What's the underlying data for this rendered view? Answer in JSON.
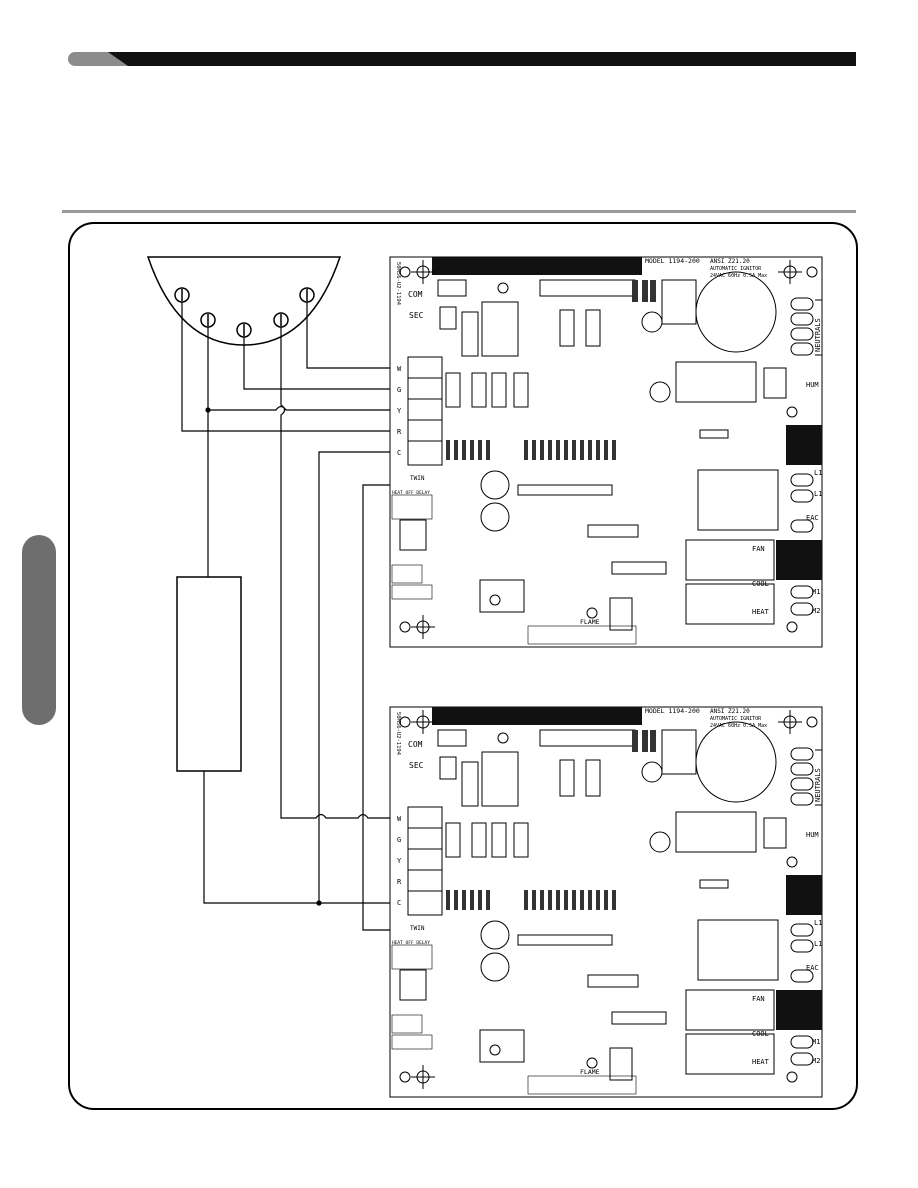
{
  "header": {
    "bar_color": "#111111",
    "accent_color": "#8c8c8c"
  },
  "side_tab": {
    "color": "#6e6e6e"
  },
  "thermostat": {
    "terminals": [
      "",
      "",
      "",
      "",
      ""
    ]
  },
  "boards": [
    {
      "model_line": "MODEL 1194-200",
      "ansi_line": "ANSI Z21.20",
      "ign_line": "AUTOMATIC IGNITOR",
      "rating_line": "24VAC 60Hz 0.5A Max",
      "vert_code": "50M56-U2-1194",
      "com": "COM",
      "sec": "SEC",
      "terminals": [
        "W",
        "G",
        "Y",
        "R",
        "C"
      ],
      "twin": "TWIN",
      "right_labels": [
        "NEUTRALS",
        "HUM",
        "L1",
        "L1",
        "EAC",
        "FAN",
        "COOL",
        "HEAT",
        "M1",
        "M2"
      ],
      "flame": "FLAME",
      "heat_delay_title": "HEAT OFF DELAY"
    },
    {
      "model_line": "MODEL 1194-200",
      "ansi_line": "ANSI Z21.20",
      "ign_line": "AUTOMATIC IGNITOR",
      "rating_line": "24VAC 60Hz 0.5A Max",
      "vert_code": "50M56-U2-1194",
      "com": "COM",
      "sec": "SEC",
      "terminals": [
        "W",
        "G",
        "Y",
        "R",
        "C"
      ],
      "twin": "TWIN",
      "right_labels": [
        "NEUTRALS",
        "HUM",
        "L1",
        "L1",
        "EAC",
        "FAN",
        "COOL",
        "HEAT",
        "M1",
        "M2"
      ],
      "flame": "FLAME",
      "heat_delay_title": "HEAT OFF DELAY"
    }
  ]
}
